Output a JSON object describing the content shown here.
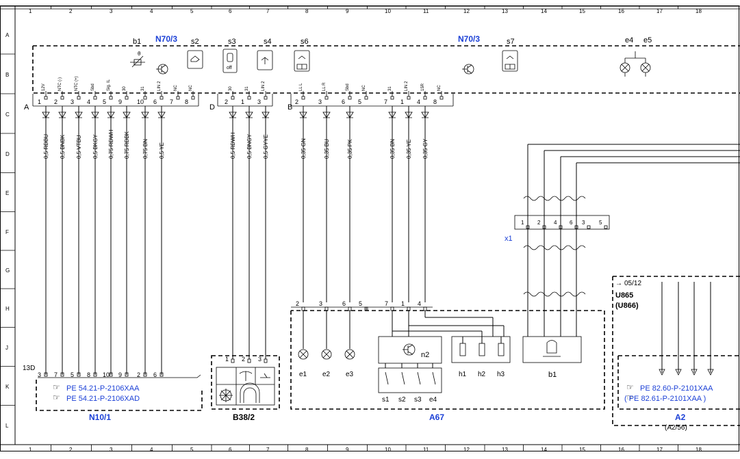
{
  "grid": {
    "columns": [
      "1",
      "2",
      "3",
      "4",
      "5",
      "6",
      "7",
      "8",
      "9",
      "10",
      "11",
      "12",
      "13",
      "14",
      "15",
      "16",
      "17",
      "18"
    ],
    "rows": [
      "A",
      "B",
      "C",
      "D",
      "E",
      "F",
      "G",
      "H",
      "J",
      "K",
      "L"
    ]
  },
  "header": {
    "n70_left": "N70/3",
    "n70_right": "N70/3",
    "b1": "b1",
    "s2": "s2",
    "s3": "s3",
    "s4": "s4",
    "s6": "s6",
    "s7": "s7",
    "e4": "e4",
    "e5": "e5",
    "off": "off"
  },
  "connectors": {
    "A": {
      "label": "A",
      "pins": [
        "1",
        "2",
        "3",
        "4",
        "5",
        "9",
        "10",
        "6",
        "7",
        "8"
      ],
      "signals": [
        "12V",
        "NTC (-)",
        "NTC (+)",
        "Sbd",
        "Sig. IL",
        "30",
        "31",
        "LIN 2",
        "NC",
        "NC"
      ]
    },
    "D": {
      "label": "D",
      "pins": [
        "2",
        "1",
        "3"
      ],
      "signals": [
        "30",
        "31",
        "LIN 2"
      ]
    },
    "B": {
      "label": "B",
      "pins": [
        "2",
        "3",
        "6",
        "5",
        "7",
        "1",
        "4",
        "8"
      ],
      "signals": [
        "LL L",
        "LL R",
        "Sbd",
        "NC",
        "31",
        "LIN 2",
        "15R",
        "NC"
      ]
    }
  },
  "wires": {
    "A": [
      "0,5 RDBU",
      "0,5 BNBK",
      "0,5 VTBU",
      "0,5 BKGY",
      "0,75 RDWH",
      "0,75 RDBK",
      "0,75 BN",
      "0,5 YE"
    ],
    "D": [
      "0,5 RDWH",
      "0,5 BNGY",
      "0,5 GYYE"
    ],
    "B": [
      "0,35 GN",
      "0,35 BU",
      "0,35 PK",
      "0,35 BN",
      "0,35 YE",
      "0,35 GY"
    ]
  },
  "n10": {
    "pin_label": "13D",
    "pins": [
      "3",
      "7",
      "5",
      "8",
      "10",
      "9",
      "2",
      "6"
    ],
    "ref1": "PE 54.21-P-2106XAA",
    "ref2": "PE 54.21-P-2106XAD",
    "label": "N10/1"
  },
  "b38": {
    "pins": [
      "1",
      "2",
      "3"
    ],
    "label": "B38/2"
  },
  "a67": {
    "pins": [
      "2",
      "3",
      "6",
      "5",
      "7",
      "1",
      "4"
    ],
    "lamps": [
      "e1",
      "e2",
      "e3"
    ],
    "n2": "n2",
    "switches": [
      "s1",
      "s2",
      "s3",
      "e4"
    ],
    "heaters": [
      "h1",
      "h2",
      "h3"
    ],
    "b1": "b1",
    "label": "A67"
  },
  "x1": {
    "label": "x1",
    "pins": [
      "1",
      "2",
      "4",
      "6",
      "3",
      "5"
    ]
  },
  "a2": {
    "arrow_ref": "05/12",
    "u865": "U865",
    "u866": "(U866)",
    "ref1": "PE 82.60-P-2101XAA",
    "ref2": "( PE 82.61-P-2101XAA )",
    "label": "A2",
    "sublabel": "(A2/56)"
  }
}
